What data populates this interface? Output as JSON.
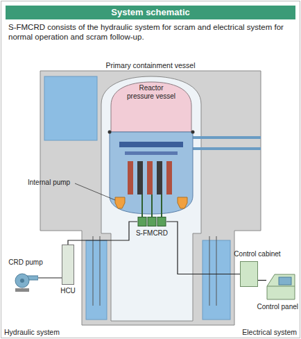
{
  "diagram": {
    "title": "System schematic",
    "caption": "S-FMCRD consists of the hydraulic system for scram and electrical system for normal operation and scram follow-up.",
    "nodes": [
      {
        "text": [
          "Primary containment vessel"
        ]
      },
      {
        "text": [
          "Reactor pressure vessel"
        ],
        "in": 0
      },
      {
        "text": [
          "S-FMCRD"
        ],
        "in": 0
      },
      {
        "text": [
          "CRD pump"
        ]
      },
      {
        "text": [
          "HCU"
        ]
      },
      {
        "text": [
          "Control cabinet"
        ]
      },
      {
        "text": [
          "Control panel"
        ]
      }
    ],
    "edges": [
      {
        "from": 3,
        "to": 4,
        "arrow": "none"
      },
      {
        "from": 4,
        "to": 2,
        "arrow": "none"
      },
      {
        "from": 5,
        "to": 2,
        "arrow": "none"
      },
      {
        "from": 5,
        "to": 6,
        "arrow": "none"
      }
    ],
    "labels": [
      "Internal pump",
      "Hydraulic system",
      "Electrical system"
    ]
  }
}
